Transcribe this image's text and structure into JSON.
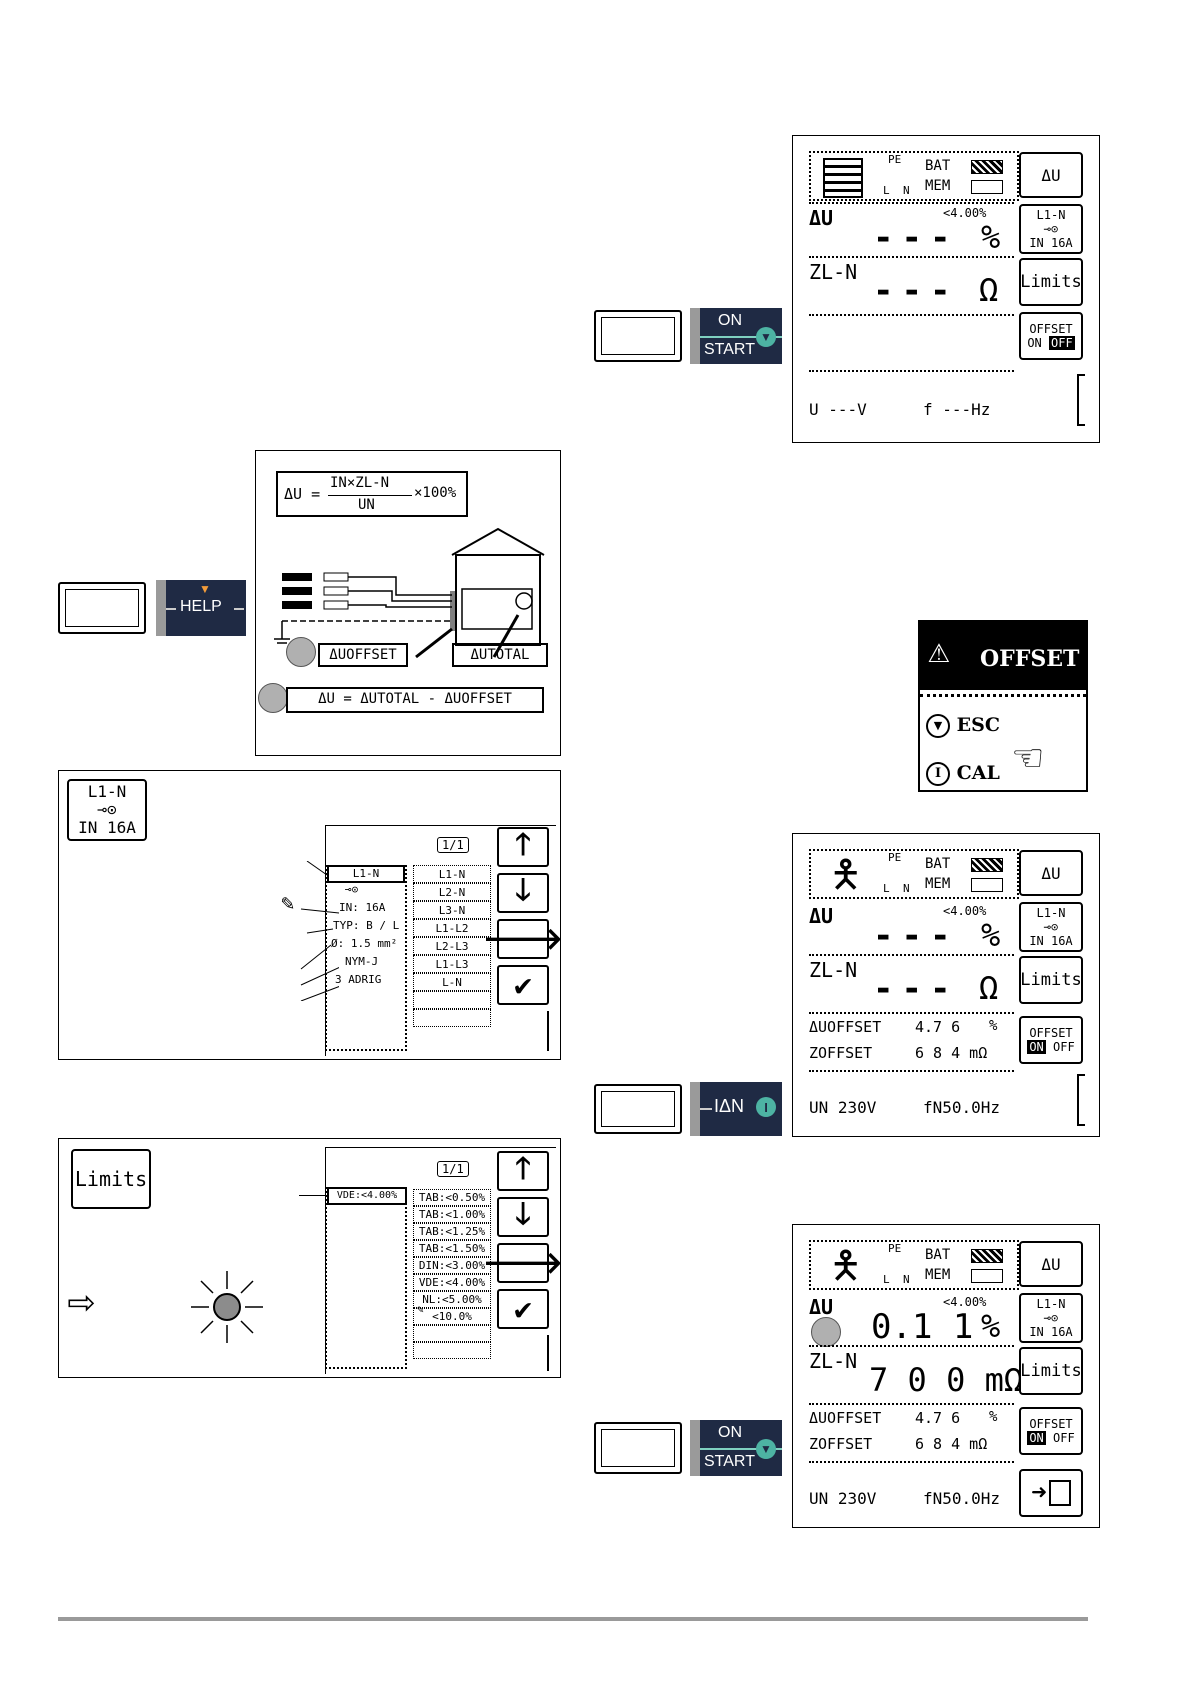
{
  "keys": {
    "on": "ON",
    "start": "START",
    "help": "HELP",
    "idn": "IΔN"
  },
  "screen1": {
    "bat": "BAT",
    "mem": "MEM",
    "pe": "PE",
    "l": "L",
    "n": "N",
    "du_label": "ΔU",
    "limit": "<4.00%",
    "du_value": "---",
    "percent": "%",
    "zln_label": "ZL-N",
    "zln_value": "---",
    "ohm": "Ω",
    "u_readout": "U  ---V",
    "f_readout": "f  ---Hz",
    "btn_du": "ΔU",
    "btn_l1n": "L1-N",
    "btn_in": "IN 16A",
    "btn_limits": "Limits",
    "btn_offset": "OFFSET",
    "btn_on": "ON",
    "btn_off": "OFF"
  },
  "help_screen": {
    "formula_lhs": "ΔU =",
    "formula_num": "IN×ZL-N",
    "formula_den": "UN",
    "formula_tail": "×100%",
    "uoffset": "ΔUOFFSET",
    "utotal": "ΔUTOTAL",
    "bottom_formula": "ΔU = ΔUTOTAL - ΔUOFFSET"
  },
  "offset_popup": {
    "title": "OFFSET",
    "esc": "ESC",
    "cal": "CAL"
  },
  "l1n_select": {
    "icon_top": "L1-N",
    "icon_bottom": "IN 16A",
    "page": "1/1",
    "selected": "L1-N",
    "in": "IN:  16A",
    "typ": "TYP: B / L",
    "dia": "Ø: 1.5 mm²",
    "cable": "NYM-J",
    "cores": "3   ADRIG",
    "list": [
      "L1-N",
      "L2-N",
      "L3-N",
      "L1-L2",
      "L2-L3",
      "L1-L3",
      "L-N",
      "",
      ""
    ]
  },
  "limits_select": {
    "btn": "Limits",
    "page": "1/1",
    "selected": "VDE:<4.00%",
    "list": [
      "TAB:<0.50%",
      "TAB:<1.00%",
      "TAB:<1.25%",
      "TAB:<1.50%",
      "DIN:<3.00%",
      "VDE:<4.00%",
      "NL:<5.00%",
      "<10.0%",
      "",
      ""
    ]
  },
  "screen2": {
    "bat": "BAT",
    "mem": "MEM",
    "pe": "PE",
    "l": "L",
    "n": "N",
    "du_label": "ΔU",
    "limit": "<4.00%",
    "du_value": "---",
    "percent": "%",
    "zln_label": "ZL-N",
    "zln_value": "---",
    "ohm": "Ω",
    "uoffset_label": "ΔUOFFSET",
    "uoffset_value": "4.7 6",
    "uoffset_unit": "%",
    "zoffset_label": "ZOFFSET",
    "zoffset_value": "6 8 4 mΩ",
    "un": "UN 230V",
    "fn": "fN50.0Hz",
    "btn_du": "ΔU",
    "btn_l1n": "L1-N",
    "btn_in": "IN 16A",
    "btn_limits": "Limits",
    "btn_offset": "OFFSET",
    "btn_on": "ON",
    "btn_off": "OFF"
  },
  "screen3": {
    "bat": "BAT",
    "mem": "MEM",
    "pe": "PE",
    "l": "L",
    "n": "N",
    "du_label": "ΔU",
    "limit": "<4.00%",
    "du_value": "0.1 1",
    "percent": "%",
    "zln_label": "ZL-N",
    "zln_value": "7 0 0 mΩ",
    "uoffset_label": "ΔUOFFSET",
    "uoffset_value": "4.7 6",
    "uoffset_unit": "%",
    "zoffset_label": "ZOFFSET",
    "zoffset_value": "6 8 4 mΩ",
    "un": "UN 230V",
    "fn": "fN50.0Hz",
    "btn_du": "ΔU",
    "btn_l1n": "L1-N",
    "btn_in": "IN 16A",
    "btn_limits": "Limits",
    "btn_offset": "OFFSET",
    "btn_on": "ON",
    "btn_off": "OFF"
  }
}
